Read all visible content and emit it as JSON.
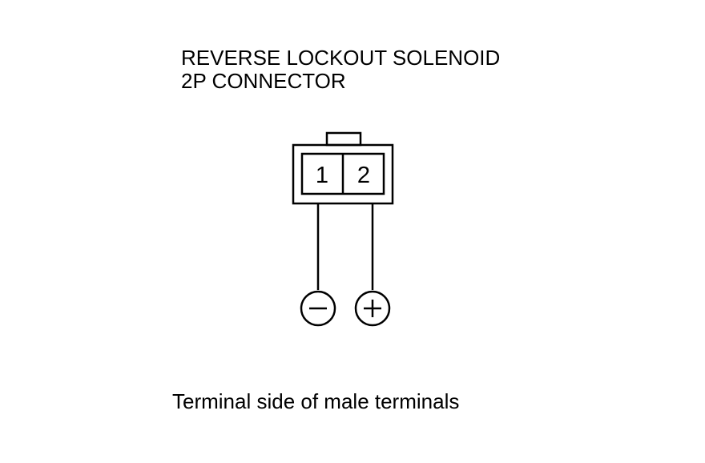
{
  "title": {
    "line1": "REVERSE LOCKOUT SOLENOID",
    "line2": "2P CONNECTOR"
  },
  "connector": {
    "pins": [
      {
        "label": "1",
        "polarity": "negative",
        "symbol": "minus-circle-icon"
      },
      {
        "label": "2",
        "polarity": "positive",
        "symbol": "plus-circle-icon"
      }
    ]
  },
  "caption": "Terminal side of male terminals",
  "colors": {
    "line": "#000000",
    "background": "#ffffff"
  }
}
